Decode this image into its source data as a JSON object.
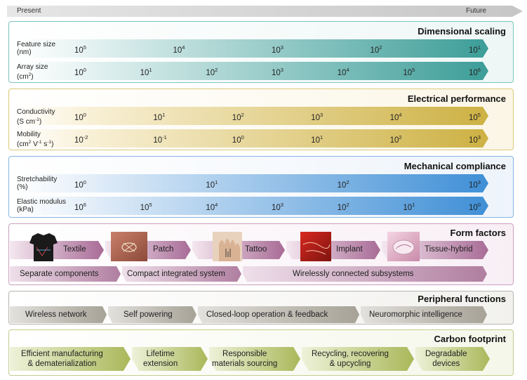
{
  "timeline": {
    "start_label": "Present",
    "end_label": "Future"
  },
  "panels": {
    "dimensional": {
      "title": "Dimensional scaling",
      "rows": [
        {
          "label_line1": "Feature size",
          "label_line2": "(nm)",
          "values": [
            "5",
            "4",
            "3",
            "2",
            "1"
          ],
          "base": "10"
        },
        {
          "label_line1": "Array size",
          "label_line2": "(cm",
          "label_sup": "2",
          "label_tail": ")",
          "values": [
            "0",
            "1",
            "2",
            "3",
            "4",
            "5",
            "6"
          ],
          "base": "10"
        }
      ]
    },
    "electrical": {
      "title": "Electrical performance",
      "rows": [
        {
          "label_line1": "Conductivity",
          "label_line2": "(S cm",
          "label_sup": "-1",
          "label_tail": ")",
          "values": [
            "0",
            "1",
            "2",
            "3",
            "4",
            "5"
          ],
          "base": "10"
        },
        {
          "label_line1": "Mobility",
          "label_line2": "(cm",
          "label_sup": "2",
          "label_mid": " V",
          "label_sup2": "-1",
          "label_mid2": " s",
          "label_sup3": "-1",
          "label_tail": ")",
          "values": [
            "-2",
            "-1",
            "0",
            "1",
            "2",
            "3"
          ],
          "base": "10"
        }
      ]
    },
    "mechanical": {
      "title": "Mechanical compliance",
      "rows": [
        {
          "label_line1": "Stretchability",
          "label_line2": "(%)",
          "values": [
            "0",
            "1",
            "2",
            "3"
          ],
          "base": "10"
        },
        {
          "label_line1": "Elastic modulus",
          "label_line2": "(kPa)",
          "values": [
            "6",
            "5",
            "4",
            "3",
            "2",
            "1",
            "0"
          ],
          "base": "10"
        }
      ]
    },
    "form_factors": {
      "title": "Form factors",
      "items": [
        "Textile",
        "Patch",
        "Tattoo",
        "Implant",
        "Tissue-hybrid"
      ],
      "systems": [
        "Separate components",
        "Compact integrated system",
        "Wirelessly connected subsystems"
      ]
    },
    "peripheral": {
      "title": "Peripheral functions",
      "items": [
        "Wireless network",
        "Self powering",
        "Closed-loop operation & feedback",
        "Neuromorphic intelligence"
      ]
    },
    "carbon": {
      "title": "Carbon footprint",
      "items": [
        {
          "line1": "Efficient manufacturing",
          "line2": "& dematerialization"
        },
        {
          "line1": "Lifetime",
          "line2": "extension"
        },
        {
          "line1": "Responsible",
          "line2": "materials sourcing"
        },
        {
          "line1": "Recycling, recovering",
          "line2": "& upcycling"
        },
        {
          "line1": "Degradable",
          "line2": "devices"
        }
      ]
    }
  },
  "colors": {
    "timeline": "#d6d6d6",
    "dimensional_start": "#e6f3f2",
    "dimensional_end": "#3c9d98",
    "dimensional_border": "#7cc3bf",
    "electrical_start": "#f9f1d8",
    "electrical_end": "#cdb143",
    "electrical_border": "#dcc979",
    "mechanical_start": "#e5eff9",
    "mechanical_end": "#3f8fd6",
    "mechanical_border": "#86b5e3",
    "form_start": "#f4e7ef",
    "form_end": "#a86b96",
    "form_border": "#c9a1bd",
    "peripheral_start": "#e3e1dd",
    "peripheral_end": "#a6a297",
    "peripheral_border": "#b7b4ac",
    "carbon_start": "#eef2d9",
    "carbon_end": "#aab85a",
    "carbon_border": "#c4cd8e"
  }
}
